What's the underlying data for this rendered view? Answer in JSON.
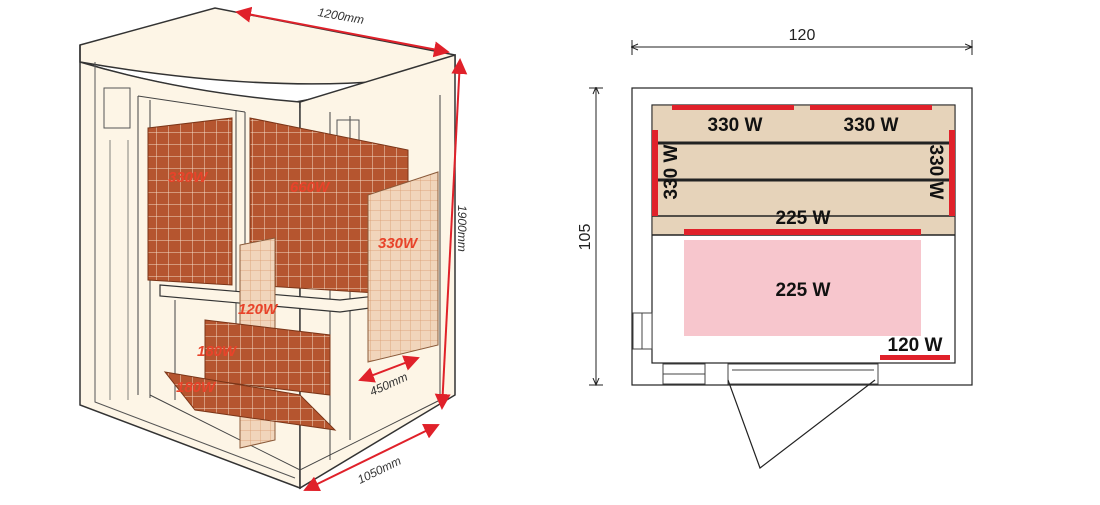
{
  "colors": {
    "cabin_fill": "#fdf5e6",
    "outline": "#333333",
    "heater_fill": "#b5552f",
    "heater_grid": "#f3dcc6",
    "heater_light": "#e9c2a0",
    "bench_fill": "#e6d3ba",
    "heater_bar": "#e0212a",
    "seat_heater_fill": "#f7c6cd",
    "dimension_arrow": "#e0212a",
    "label_3d": "#e8432a",
    "label_2d": "#111111"
  },
  "cabin_3d": {
    "dimensions": {
      "width": "1200mm",
      "height": "1900mm",
      "depth": "1050mm",
      "bench_depth": "450mm"
    },
    "heater_labels": {
      "back_left": "330W",
      "back_right": "660W",
      "side_right": "330W",
      "door": "120W",
      "under_bench": "180W",
      "floor": "180W"
    }
  },
  "floor_plan": {
    "dimensions": {
      "width": "120",
      "depth": "105"
    },
    "heater_labels": {
      "back_left": "330 W",
      "back_right": "330 W",
      "side_left": "330 W",
      "side_right": "330 W",
      "bench_front": "225 W",
      "floor": "225 W",
      "door": "120 W"
    }
  }
}
